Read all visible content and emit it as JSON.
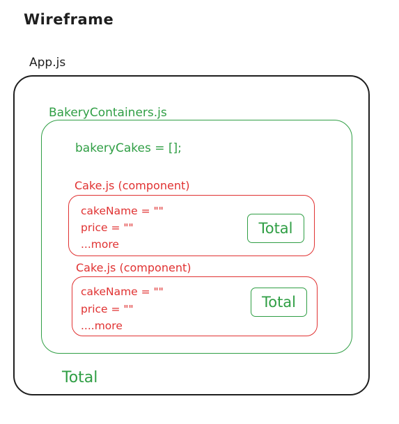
{
  "diagram": {
    "title": "Wireframe",
    "app": {
      "label": "App.js"
    },
    "container": {
      "label": "BakeryContainers.js",
      "state": "bakeryCakes = [];"
    },
    "cakes": [
      {
        "label": "Cake.js (component)",
        "props": [
          "cakeName = \"\"",
          "price = \"\"",
          "...more"
        ],
        "button": "Total"
      },
      {
        "label": "Cake.js (component)",
        "props": [
          "cakeName = \"\"",
          "price = \"\"",
          "....more"
        ],
        "button": "Total"
      }
    ],
    "grand_total": "Total",
    "colors": {
      "app": "#1e1e1e",
      "container": "#2f9e44",
      "component": "#e03131"
    }
  }
}
